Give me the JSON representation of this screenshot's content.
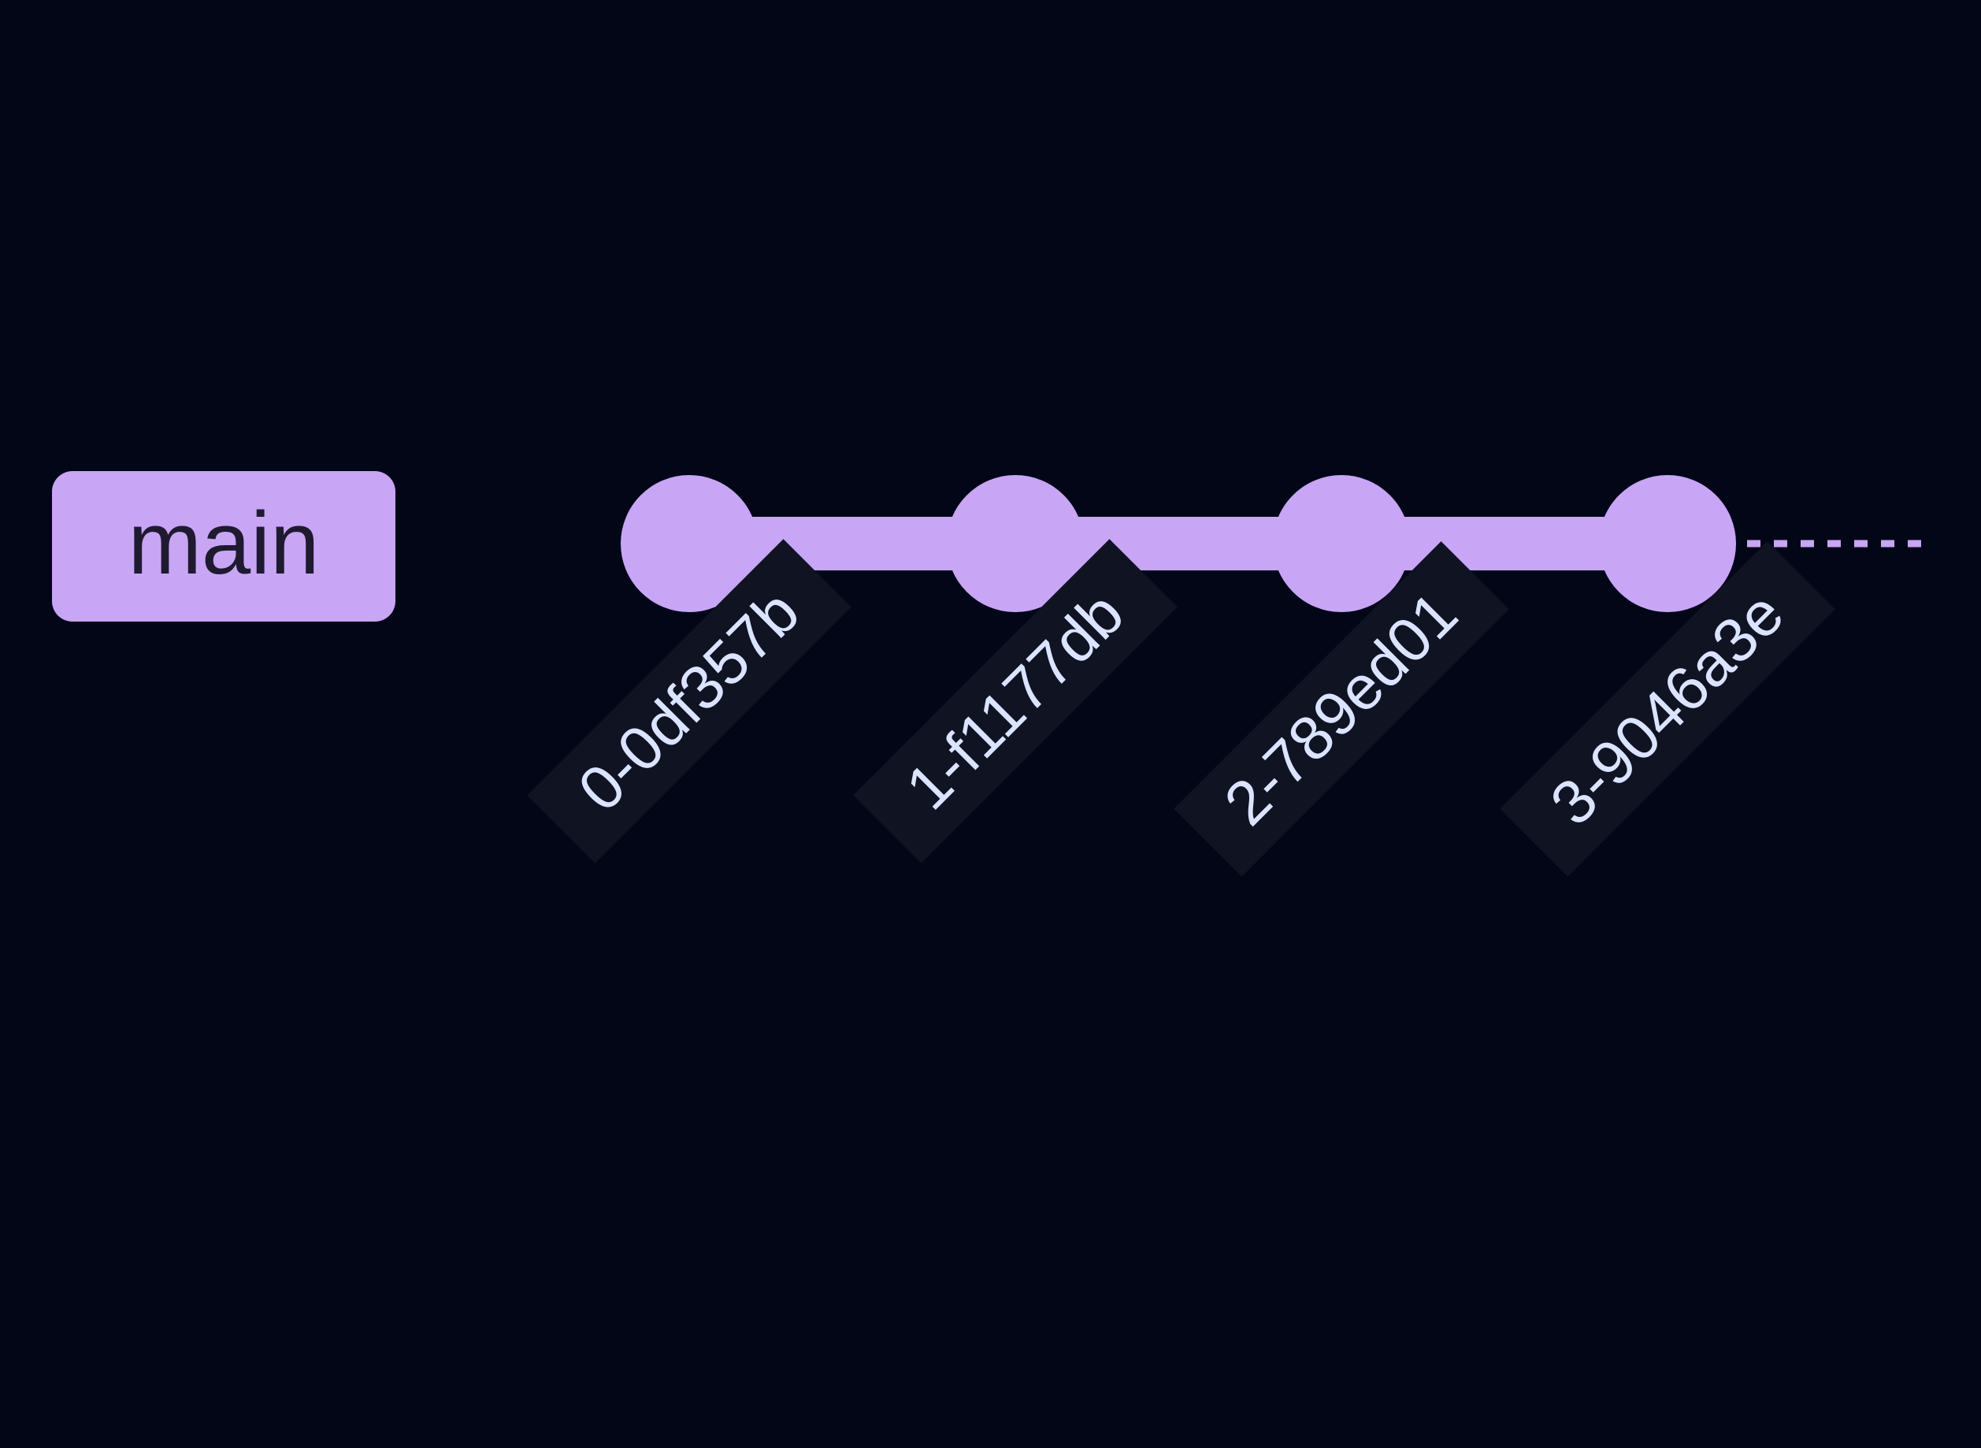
{
  "colors": {
    "background": "#020617",
    "branch": "#c8a5f5",
    "branch_label_text": "#1e1b2e",
    "commit_label_bg": "#0f1322",
    "commit_label_text": "#dbe4ff",
    "unfinished_line": "#c8a5f5"
  },
  "branch": {
    "name": "main"
  },
  "commits": [
    {
      "id": "0-0df357b"
    },
    {
      "id": "1-f1177db"
    },
    {
      "id": "2-789ed01"
    },
    {
      "id": "3-9046a3e"
    }
  ]
}
